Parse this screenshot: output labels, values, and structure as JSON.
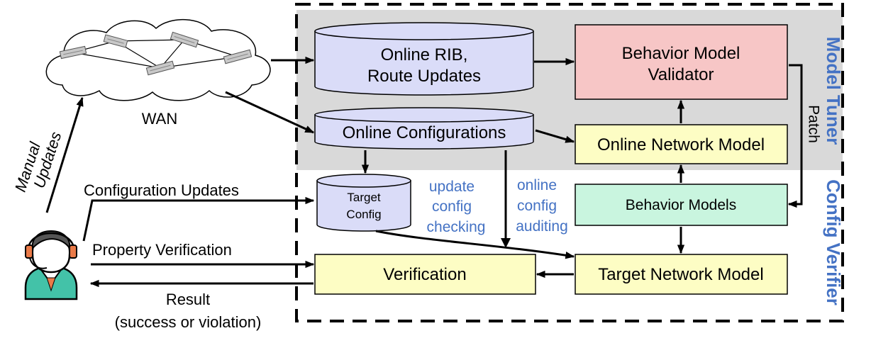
{
  "regions": {
    "model_tuner": "Model Tuner",
    "config_verifier": "Config Verifier"
  },
  "nodes": {
    "wan": "WAN",
    "online_rib_line1": "Online RIB,",
    "online_rib_line2": "Route Updates",
    "behavior_validator_line1": "Behavior Model",
    "behavior_validator_line2": "Validator",
    "online_configs": "Online Configurations",
    "online_network_model": "Online Network Model",
    "target_config_line1": "Target",
    "target_config_line2": "Config",
    "behavior_models": "Behavior Models",
    "verification": "Verification",
    "target_network_model": "Target Network Model"
  },
  "edges": {
    "manual_updates_line1": "Manual",
    "manual_updates_line2": "Updates",
    "config_updates": "Configuration Updates",
    "property_verification": "Property Verification",
    "result_line1": "Result",
    "result_line2": "(success or violation)",
    "patch": "Patch",
    "update_checking_line1": "update",
    "update_checking_line2": "config",
    "update_checking_line3": "checking",
    "online_auditing_line1": "online",
    "online_auditing_line2": "config",
    "online_auditing_line3": "auditing"
  },
  "colors": {
    "tuner_bg": "#d9d9d9",
    "db_fill": "#dadcf8",
    "validator_fill": "#f7c6c6",
    "model_fill": "#fdfdc4",
    "behavior_fill": "#c9f5df",
    "label_blue": "#4472c4",
    "operator_orange": "#ea7a48",
    "operator_teal": "#43c2a8"
  },
  "icons": {
    "wan": "cloud-with-routers-icon",
    "operator": "operator-with-headset-icon"
  }
}
